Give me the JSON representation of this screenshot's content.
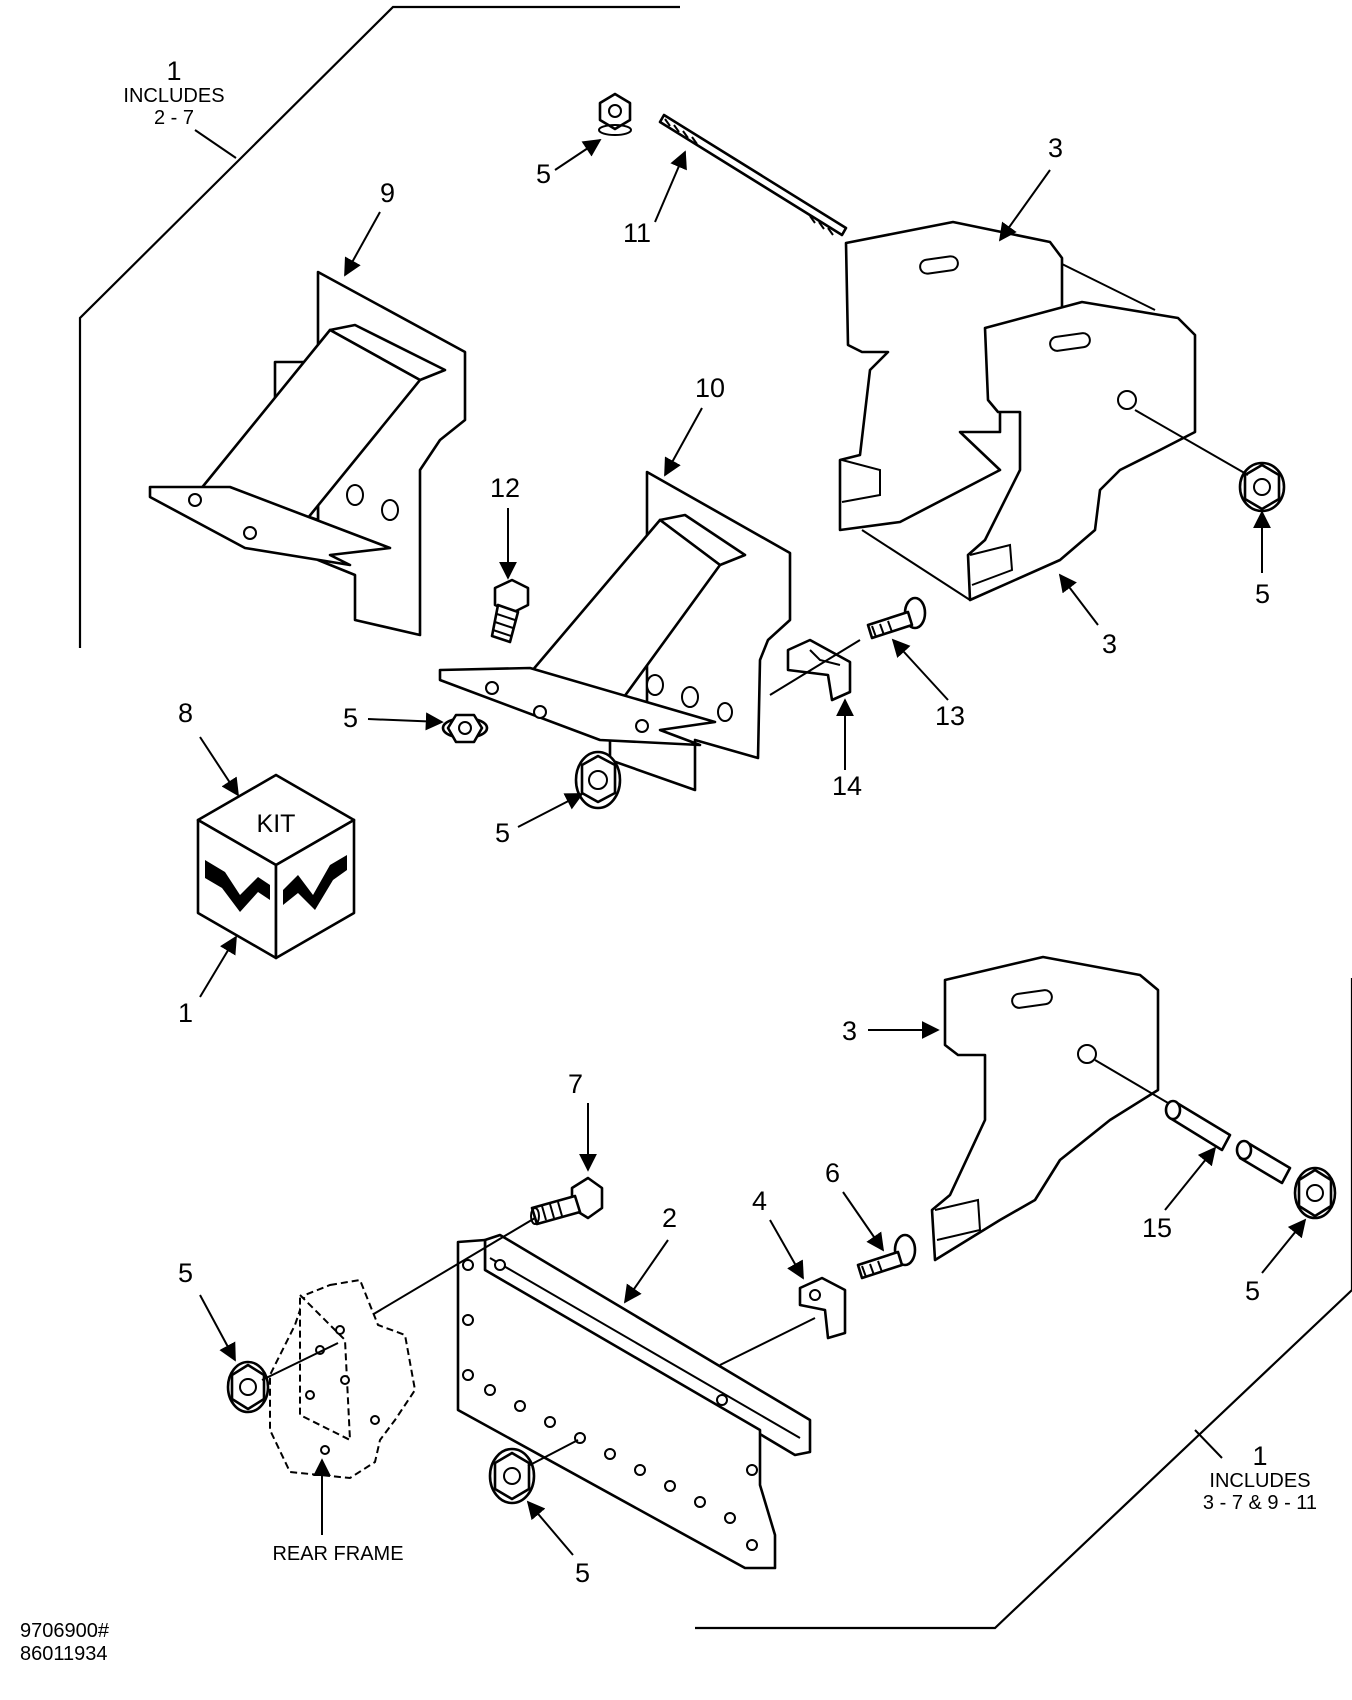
{
  "group_notes": {
    "top": {
      "number": "1",
      "line1": "INCLUDES",
      "line2": "2 - 7"
    },
    "bottom": {
      "number": "1",
      "line1": "INCLUDES",
      "line2": "3 - 7 & 9 - 11"
    }
  },
  "kit_icon": {
    "label": "KIT",
    "icon": "kit-box-icon"
  },
  "reference_label": "REAR FRAME",
  "drawing_numbers": [
    "9706900#",
    "86011934"
  ],
  "callouts": {
    "c5_top": "5",
    "c11": "11",
    "c3_top": "3",
    "c9": "9",
    "c10": "10",
    "c12": "12",
    "c5_right": "5",
    "c3_mid": "3",
    "c13": "13",
    "c14": "14",
    "c8": "8",
    "c5_upper_left": "5",
    "c5_lower_left": "5",
    "c1_kit": "1",
    "c3_bottom": "3",
    "c7": "7",
    "c2": "2",
    "c4": "4",
    "c6": "6",
    "c15": "15",
    "c5_far_left": "5",
    "c5_far_right": "5",
    "c5_bottom": "5"
  }
}
